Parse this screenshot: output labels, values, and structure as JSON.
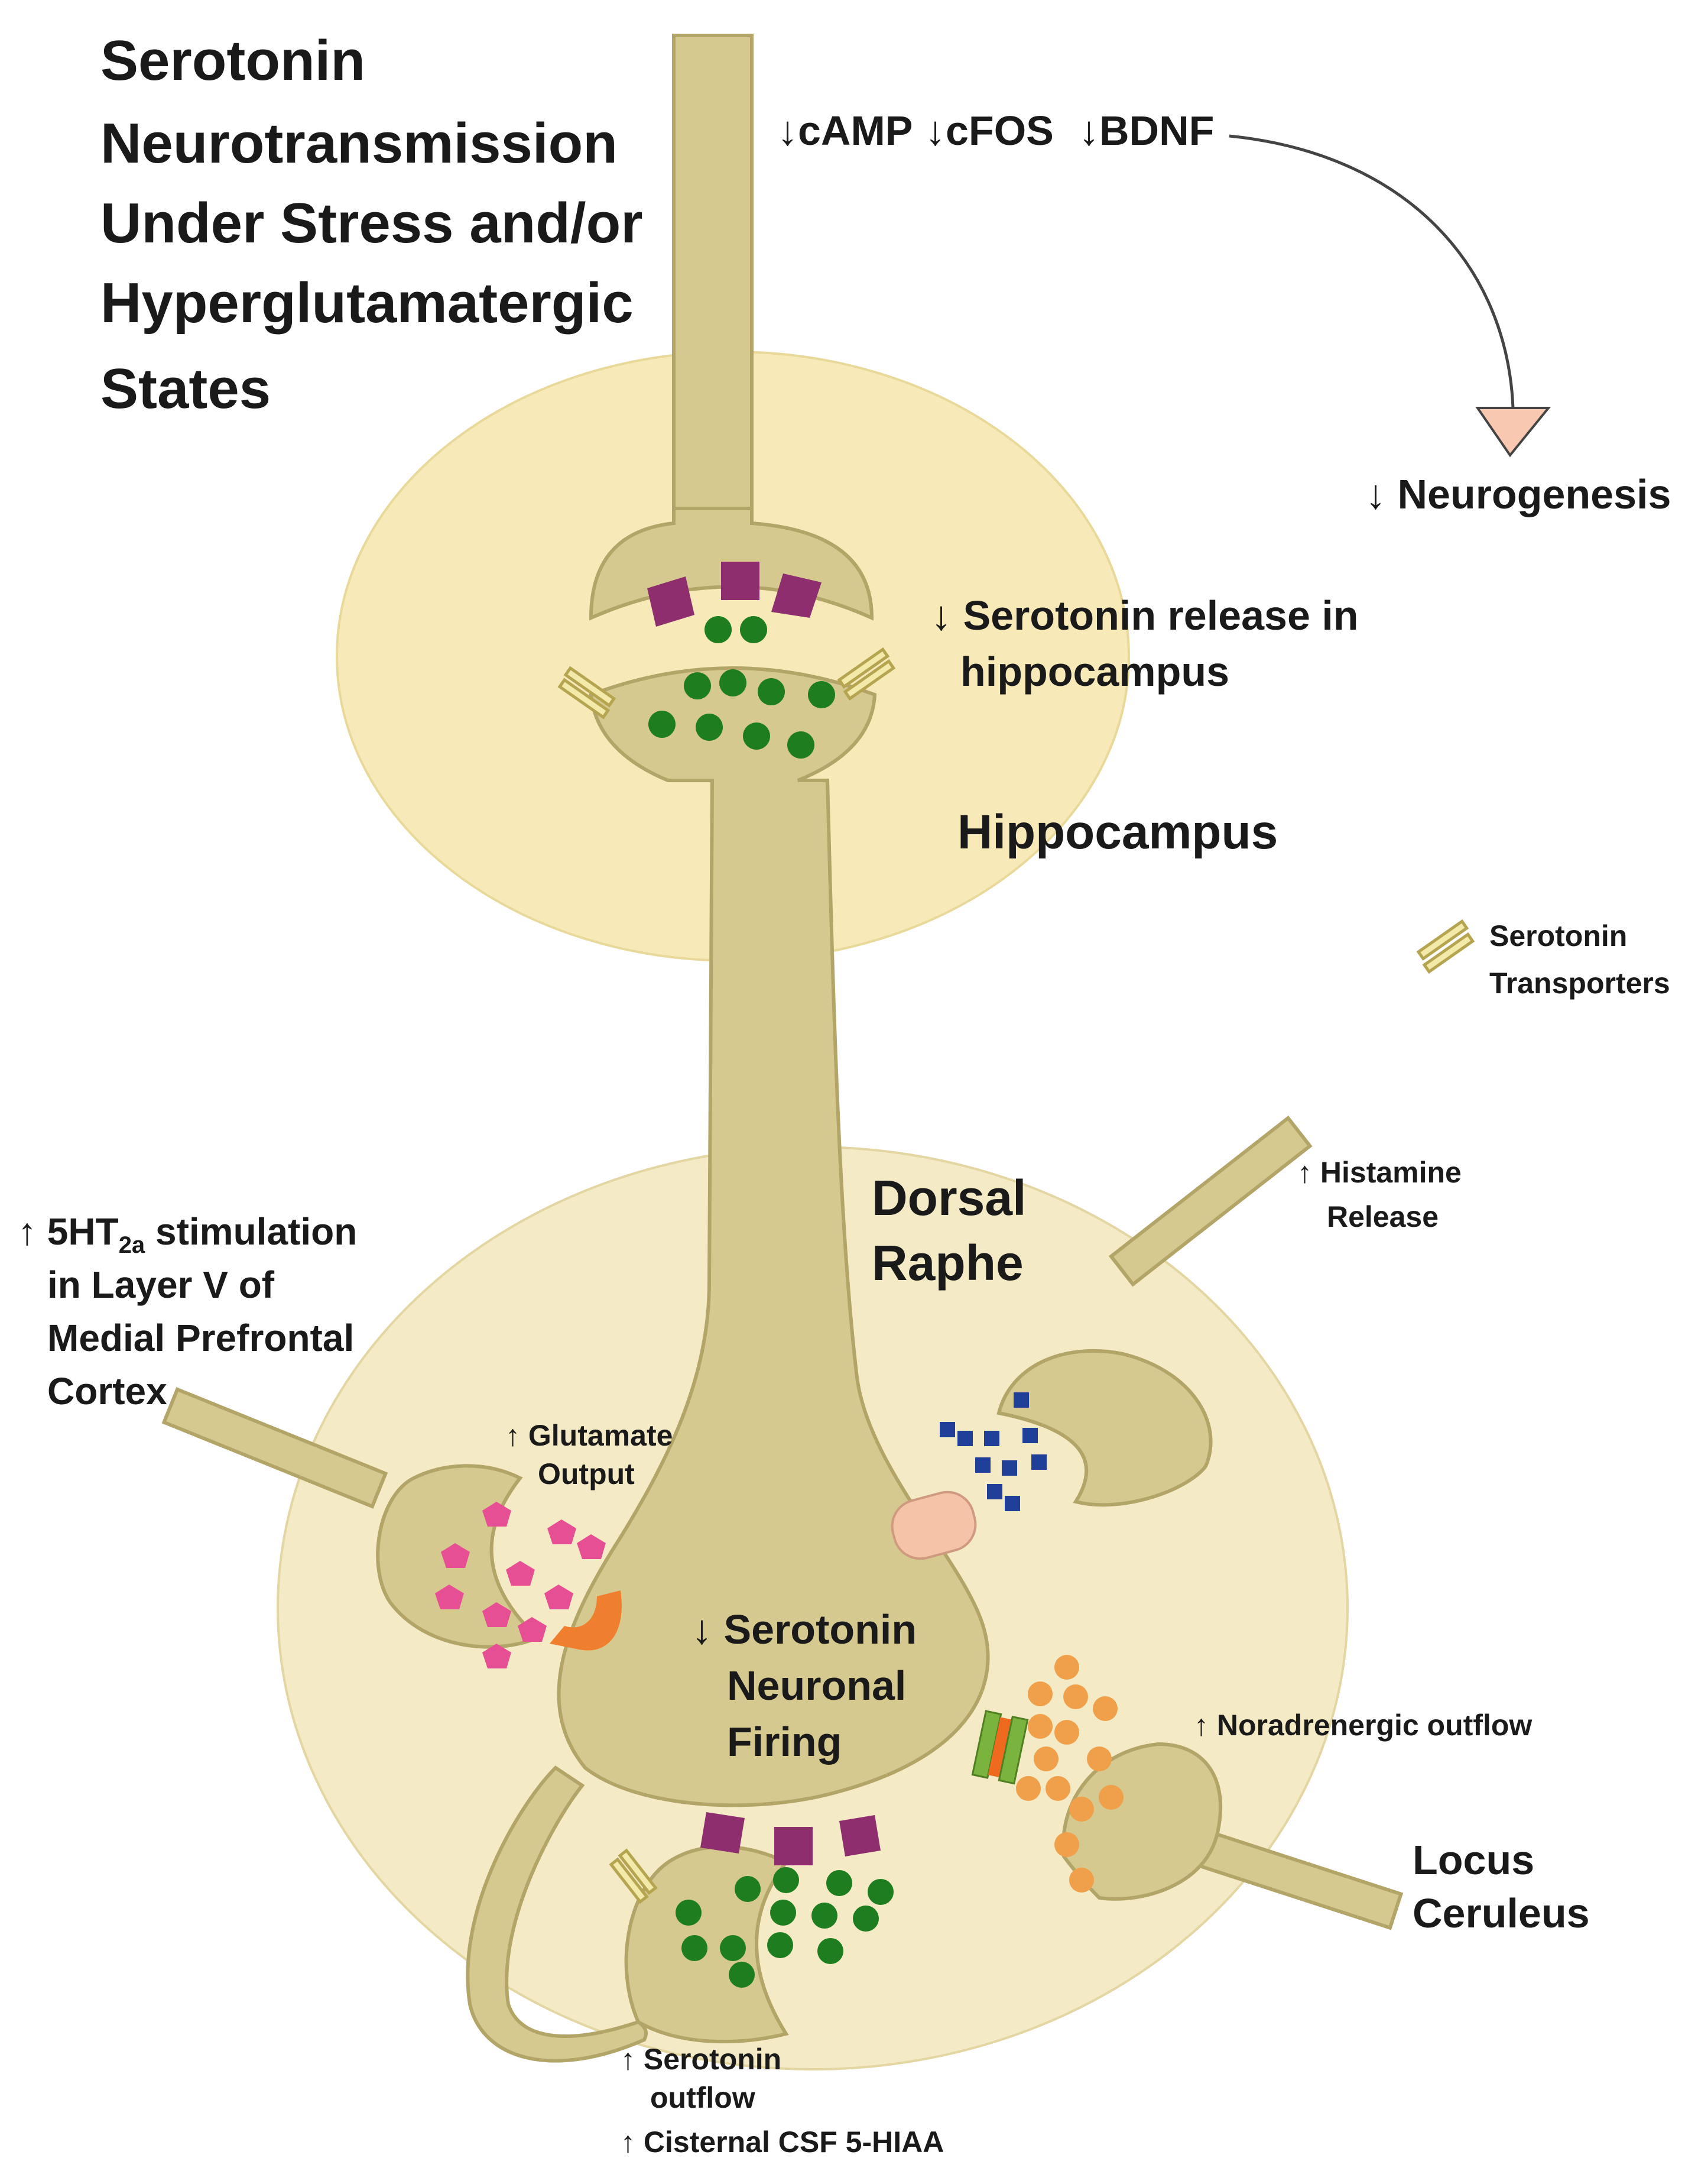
{
  "title_lines": [
    "Serotonin",
    "Neurotransmission",
    "Under Stress and/or",
    "Hyperglutamatergic",
    "States"
  ],
  "labels": {
    "camp": "↓cAMP",
    "cfos": "↓cFOS",
    "bdnf": "↓BDNF",
    "neurogenesis": "↓ Neurogenesis",
    "release_line1": "↓ Serotonin release in",
    "release_line2": "hippocampus",
    "hippocampus": "Hippocampus",
    "transporters_line1": "Serotonin",
    "transporters_line2": "Transporters",
    "dorsal": "Dorsal",
    "raphe": "Raphe",
    "ht2a_prefix": "↑ 5HT",
    "ht2a_sub": "2a",
    "ht2a_suffix": " stimulation",
    "ht2a_line2": "in Layer V of",
    "ht2a_line3": "Medial Prefrontal",
    "ht2a_line4": "Cortex",
    "glutamate_line1": "↑ Glutamate",
    "glutamate_line2": "Output",
    "histamine_line1": "↑ Histamine",
    "histamine_line2": "Release",
    "firing_line1": "↓ Serotonin",
    "firing_line2": "Neuronal",
    "firing_line3": "Firing",
    "noradrenergic": "↑ Noradrenergic outflow",
    "locus_line1": "Locus",
    "locus_line2": "Ceruleus",
    "outflow_line1": "↑ Serotonin",
    "outflow_line2": "outflow",
    "csf": "↑ Cisternal CSF 5-HIAA"
  },
  "colors": {
    "neuron": "#d6c98f",
    "neuron_stroke": "#b3a467",
    "region": "#f6ecc0",
    "serotonin": "#1e7d1e",
    "receptor": "#8e2e6e",
    "glutamate": "#e64f93",
    "histamine": "#1f3f98",
    "noradrenaline": "#f0a04b",
    "h1_receptor": "#f5c3a8",
    "glutamate_receptor": "#ef7f2e",
    "transporter": "#f3e9a8",
    "arrowhead": "#f8c8b0"
  }
}
